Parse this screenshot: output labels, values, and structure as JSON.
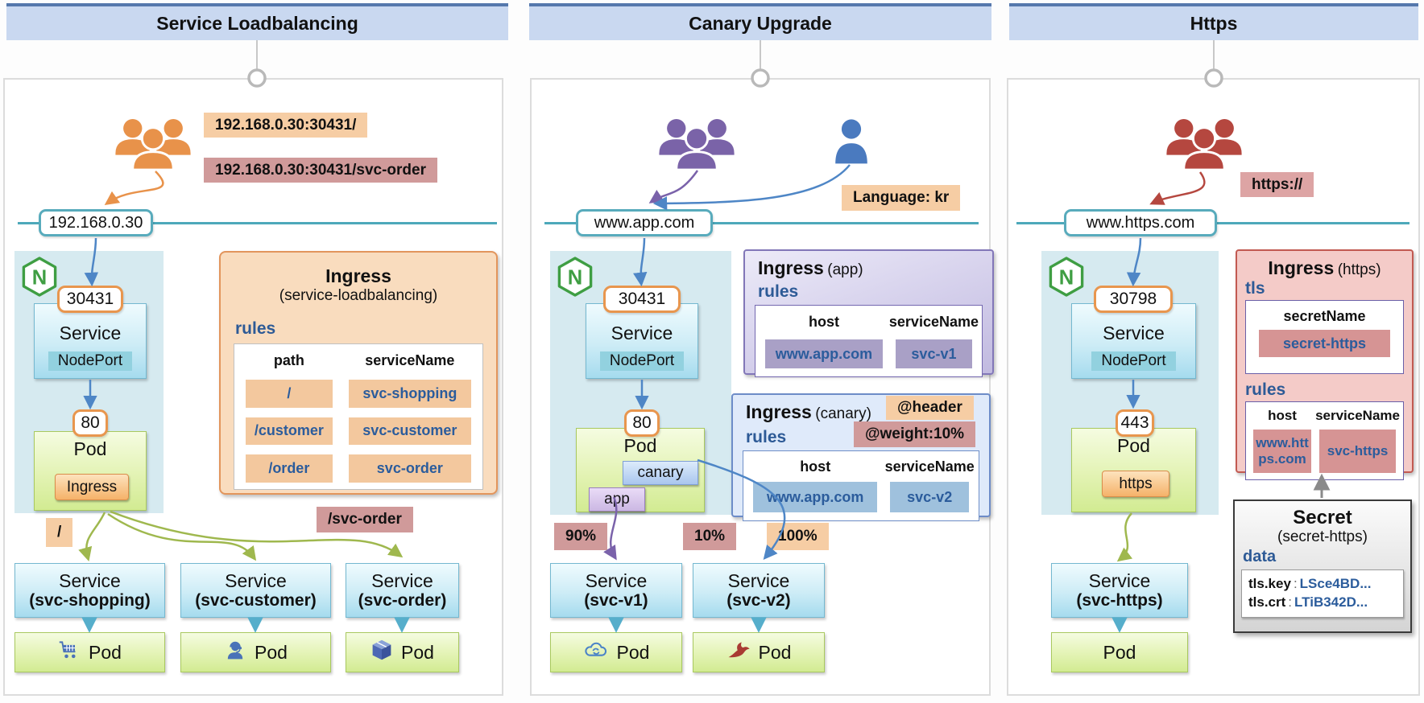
{
  "colors": {
    "header_bar": "#c9d8f0",
    "header_line": "#5578ac",
    "teal_accent": "#4da8ba",
    "orange_accent": "#e8924a",
    "rose_accent": "#d09a9a",
    "nginx_green": "#3f9e43",
    "service_blue": "#a5dbee",
    "pod_green": "#d2eb92",
    "arrow_blue": "#4e86c6",
    "ingress_peach": "#f9dcbe",
    "ingress_purple": "#c1bae0",
    "ingress_blue": "#dfeafa",
    "ingress_pink": "#f4cbc8",
    "secret_gray": "#d4d4d4"
  },
  "lb": {
    "title": "Service Loadbalancing",
    "url_plain": "192.168.0.30:30431/",
    "url_order": "192.168.0.30:30431/svc-order",
    "ip": "192.168.0.30",
    "node_port": "30431",
    "service": "Service",
    "node_port_type": "NodePort",
    "container_port": "80",
    "pod": "Pod",
    "pod_chip": "Ingress",
    "ingress": {
      "title": "Ingress",
      "subtitle": "(service-loadbalancing)",
      "rules_label": "rules",
      "col_path": "path",
      "col_service": "serviceName",
      "rows": [
        {
          "path": "/",
          "service": "svc-shopping"
        },
        {
          "path": "/customer",
          "service": "svc-customer"
        },
        {
          "path": "/order",
          "service": "svc-order"
        }
      ]
    },
    "edge_root": "/",
    "edge_order": "/svc-order",
    "services": [
      {
        "name": "Service",
        "sub": "(svc-shopping)",
        "pod": "Pod",
        "icon": "cart-icon"
      },
      {
        "name": "Service",
        "sub": "(svc-customer)",
        "pod": "Pod",
        "icon": "customer-icon"
      },
      {
        "name": "Service",
        "sub": "(svc-order)",
        "pod": "Pod",
        "icon": "package-icon"
      }
    ]
  },
  "canary": {
    "title": "Canary Upgrade",
    "language_label": "Language: kr",
    "host": "www.app.com",
    "node_port": "30431",
    "service": "Service",
    "node_port_type": "NodePort",
    "container_port": "80",
    "pod": "Pod",
    "chip_canary": "canary",
    "chip_app": "app",
    "ingress_app": {
      "title": "Ingress",
      "scope": "(app)",
      "rules_label": "rules",
      "col_host": "host",
      "col_service": "serviceName",
      "host": "www.app.com",
      "service": "svc-v1"
    },
    "ingress_canary": {
      "title": "Ingress",
      "scope": "(canary)",
      "badge_header": "@header",
      "badge_weight": "@weight:10%",
      "rules_label": "rules",
      "col_host": "host",
      "col_service": "serviceName",
      "host": "www.app.com",
      "service": "svc-v2"
    },
    "pct_90": "90%",
    "pct_10": "10%",
    "pct_100": "100%",
    "services": [
      {
        "name": "Service",
        "sub": "(svc-v1)",
        "pod": "Pod",
        "icon": "cloud-sync-icon"
      },
      {
        "name": "Service",
        "sub": "(svc-v2)",
        "pod": "Pod",
        "icon": "hummingbird-icon"
      }
    ]
  },
  "https": {
    "title": "Https",
    "scheme_label": "https://",
    "host": "www.https.com",
    "node_port": "30798",
    "service": "Service",
    "node_port_type": "NodePort",
    "container_port": "443",
    "pod": "Pod",
    "pod_chip": "https",
    "ingress": {
      "title": "Ingress",
      "scope": "(https)",
      "tls_label": "tls",
      "secret_col": "secretName",
      "secret_name": "secret-https",
      "rules_label": "rules",
      "col_host": "host",
      "col_service": "serviceName",
      "host": "www.https.com",
      "service": "svc-https"
    },
    "secret": {
      "title": "Secret",
      "subtitle": "(secret-https)",
      "data_label": "data",
      "key1": "tls.key",
      "val1": "LSce4BD...",
      "key2": "tls.crt",
      "val2": "LTiB342D...",
      "colon": ":"
    },
    "service_box": {
      "name": "Service",
      "sub": "(svc-https)",
      "pod": "Pod"
    }
  }
}
